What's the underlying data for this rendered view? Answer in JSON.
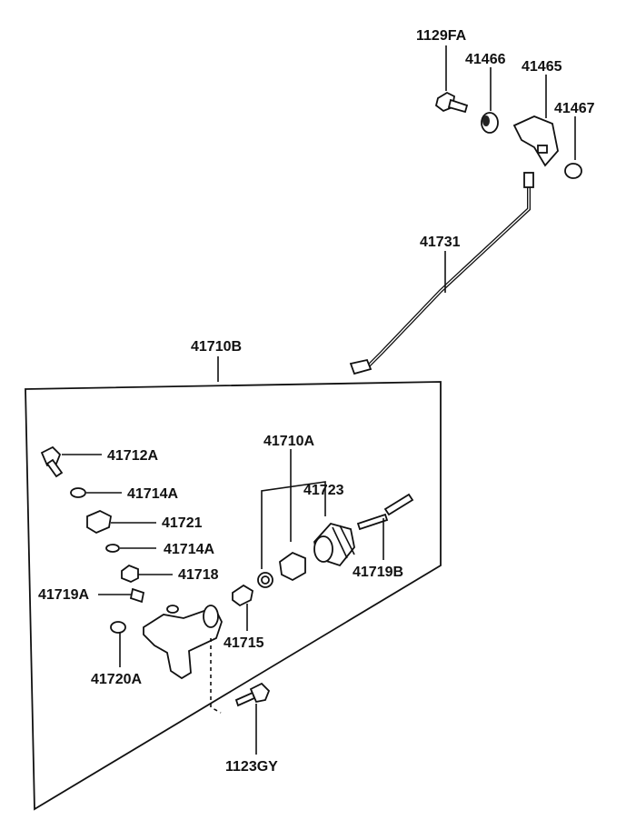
{
  "labels": {
    "p1129FA": "1129FA",
    "p41466": "41466",
    "p41465": "41465",
    "p41467": "41467",
    "p41731": "41731",
    "p41710B": "41710B",
    "p41712A": "41712A",
    "p41714A_1": "41714A",
    "p41721": "41721",
    "p41714A_2": "41714A",
    "p41718": "41718",
    "p41719A": "41719A",
    "p41720A": "41720A",
    "p41710A": "41710A",
    "p41723": "41723",
    "p41719B": "41719B",
    "p41715": "41715",
    "p1123GY": "1123GY"
  },
  "colors": {
    "line": "#111111",
    "background": "#ffffff"
  }
}
